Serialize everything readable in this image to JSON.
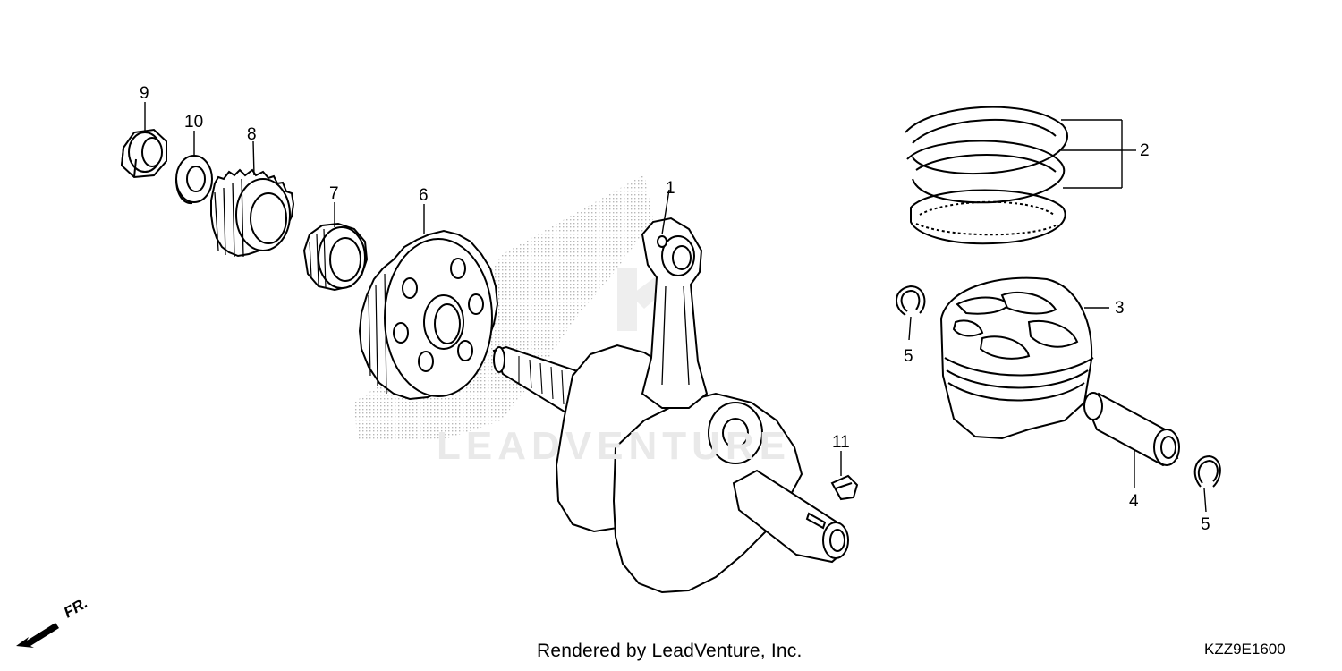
{
  "diagram": {
    "callouts": {
      "c1": "1",
      "c2": "2",
      "c3": "3",
      "c4": "4",
      "c5a": "5",
      "c5b": "5",
      "c6": "6",
      "c7": "7",
      "c8": "8",
      "c9": "9",
      "c10": "10",
      "c11": "11"
    },
    "parts": [
      "crankshaft-assembly",
      "piston-ring-set",
      "piston",
      "piston-pin",
      "piston-pin-clip",
      "primary-drive-gear",
      "needle-bearing",
      "balancer-drive-gear",
      "lock-nut",
      "washer",
      "woodruff-key"
    ]
  },
  "direction_indicator": {
    "label": "FR."
  },
  "watermark": {
    "text": "LEADVENTURE"
  },
  "footer": {
    "credit": "Rendered by LeadVenture, Inc.",
    "diagram_code": "KZZ9E1600"
  },
  "colors": {
    "line": "#000000",
    "stipple": "#b5b5b5",
    "watermark": "#e9e9e9",
    "background": "#ffffff"
  }
}
